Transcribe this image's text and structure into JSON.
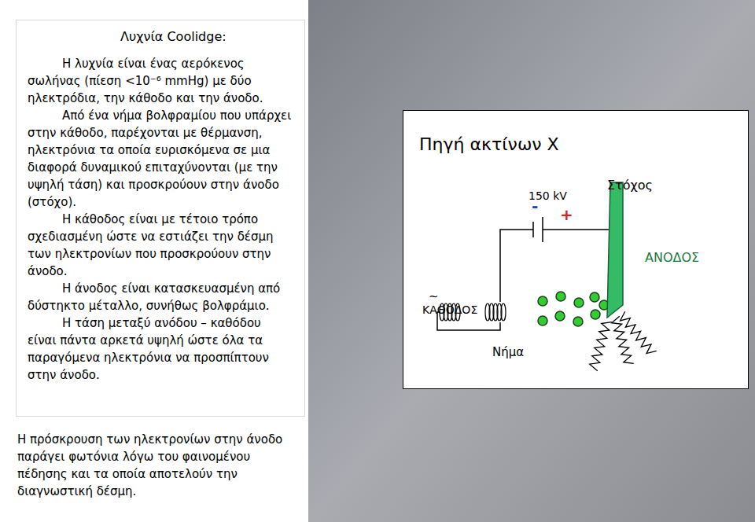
{
  "diagram": {
    "nodes": [
      {
        "text": [
          "Λυχνία Coolidge:",
          "Η λυχνία είναι ένας αερόκενος σωλήνας (πίεση <10⁻⁶ mmHg) με δύο ηλεκτρόδια, την κάθοδο και την άνοδο.",
          "Από ένα νήμα βολφραμίου που υπάρχει στην κάθοδο, παρέχονται με θέρμανση, ηλεκτρόνια τα οποία ευρισκόμενα σε μια διαφορά δυναμικού επιταχύνονται (με την υψηλή τάση) και προσκρούουν στην άνοδο (στόχο).",
          "Η κάθοδος είναι με τέτοιο τρόπο σχεδιασμένη ώστε να εστιάζει την δέσμη των ηλεκτρονίων που προσκρούουν στην άνοδο.",
          "Η άνοδος είναι κατασκευασμένη από δύστηκτο μέταλλο, συνήθως βολφράμιο.",
          "Η τάση μεταξύ ανόδου – καθόδου είναι πάντα αρκετά υψηλή ώστε όλα τα παραγόμενα ηλεκτρόνια να προσπίπτουν στην άνοδο."
        ]
      },
      {
        "text": [
          "Πηγή ακτίνων X"
        ]
      }
    ],
    "labels": [
      "150 kV",
      "-",
      "+",
      "Στόχος",
      "ΑΝΟΔΟΣ",
      "~",
      "ΚΑΘΟΔΟΣ",
      "Νήμα",
      "Η πρόσκρουση των ηλεκτρονίων στην άνοδο παράγει φωτόνια λόγω του φαινομένου πέδησης και τα οποία αποτελούν την διαγνωστική δέσμη."
    ]
  }
}
